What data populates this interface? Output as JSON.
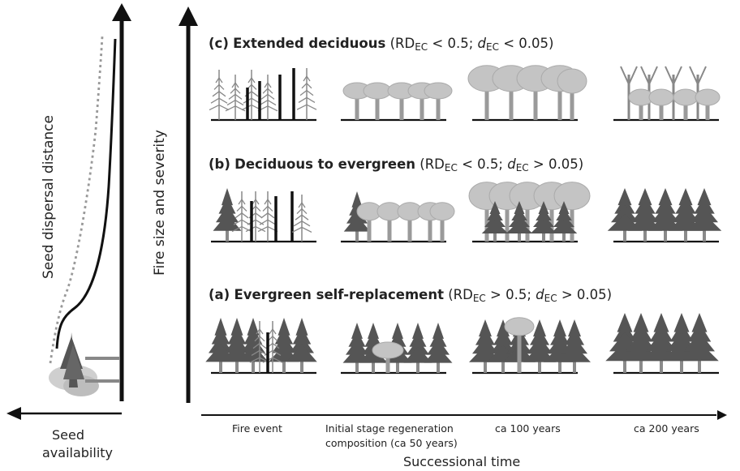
{
  "left_axis": {
    "seed_dispersal_label": "Seed dispersal distance",
    "seed_availability_line1": "Seed",
    "seed_availability_line2": "availability",
    "fire_axis_label": "Fire size and severity"
  },
  "panels": [
    {
      "id": "c",
      "letter": "(c)",
      "title": "Extended deciduous",
      "stat1": "RD",
      "sub1": "EC",
      "op1": " < 0.5; ",
      "stat2": "d",
      "sub2": "EC",
      "op2": " < 0.05)"
    },
    {
      "id": "b",
      "letter": "(b)",
      "title": "Deciduous to evergreen",
      "stat1": "RD",
      "sub1": "EC",
      "op1": " < 0.5; ",
      "stat2": "d",
      "sub2": "EC",
      "op2": " > 0.05)"
    },
    {
      "id": "a",
      "letter": "(a)",
      "title": "Evergreen self-replacement",
      "stat1": "RD",
      "sub1": "EC",
      "op1": " > 0.5; ",
      "stat2": "d",
      "sub2": "EC",
      "op2": " > 0.05)"
    }
  ],
  "time_axis": {
    "title": "Successional time",
    "ticks": [
      {
        "line1": "Fire event",
        "line2": ""
      },
      {
        "line1": "Initial stage regeneration",
        "line2": "composition (ca 50 years)"
      },
      {
        "line1": "ca 100 years",
        "line2": ""
      },
      {
        "line1": "ca 200 years",
        "line2": ""
      }
    ]
  },
  "colors": {
    "axis": "#111111",
    "evergreen": "#555555",
    "deciduous_crown": "#c4c4c4",
    "deciduous_trunk": "#9a9a9a",
    "dead_snag": "#111111",
    "burned_outline": "#888888"
  }
}
